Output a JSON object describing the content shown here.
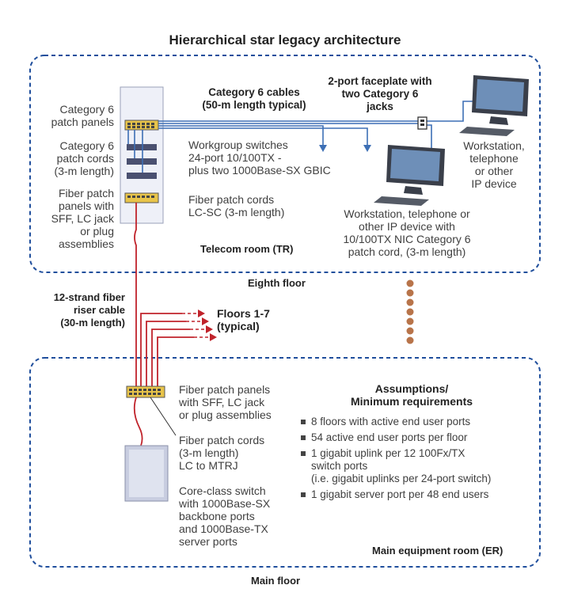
{
  "title": "Hierarchical star legacy architecture",
  "eighth_floor": {
    "floor_label": "Eighth floor",
    "room_label": "Telecom room (TR)",
    "patch_panels": "Category 6\npatch panels",
    "patch_cords": "Category 6\npatch cords\n(3-m length)",
    "fiber_panels": "Fiber patch\npanels with\nSFF, LC jack\nor plug\nassemblies",
    "cables": "Category 6 cables\n(50-m length typical)",
    "faceplate": "2-port faceplate with\ntwo Category 6\njacks",
    "switches": "Workgroup switches\n24-port 10/100TX -\nplus two 1000Base-SX GBIC",
    "fiber_cords": "Fiber patch cords\nLC-SC (3-m length)",
    "workstation_right": "Workstation,\ntelephone\nor other\nIP device",
    "workstation_center": "Workstation, telephone or\nother IP device with\n10/100TX NIC Category 6\npatch cord, (3-m length)"
  },
  "riser": {
    "cable": "12-strand fiber\nriser cable\n(30-m length)",
    "floors": "Floors 1-7\n(typical)"
  },
  "main_floor": {
    "floor_label": "Main floor",
    "room_label": "Main equipment room (ER)",
    "fiber_panels": "Fiber patch panels\nwith SFF, LC jack\nor plug assemblies",
    "fiber_cords": "Fiber patch cords\n(3-m length)\nLC to MTRJ",
    "core_switch": "Core-class switch\nwith 1000Base-SX\nbackbone ports\nand 1000Base-TX\nserver ports"
  },
  "assumptions": {
    "heading": "Assumptions/\nMinimum requirements",
    "items": [
      "8 floors with active end user ports",
      "54 active end user ports per floor",
      "1 gigabit uplink per 12 100Fx/TX\nswitch ports\n(i.e. gigabit uplinks per 24-port switch)",
      "1 gigabit server port per 48 end users"
    ]
  },
  "colors": {
    "dashed_border": "#1f4e9c",
    "cable_blue": "#3d6fb5",
    "fiber_red": "#c0232b",
    "rack_fill": "#eef0f8",
    "dots": "#b8744a"
  }
}
